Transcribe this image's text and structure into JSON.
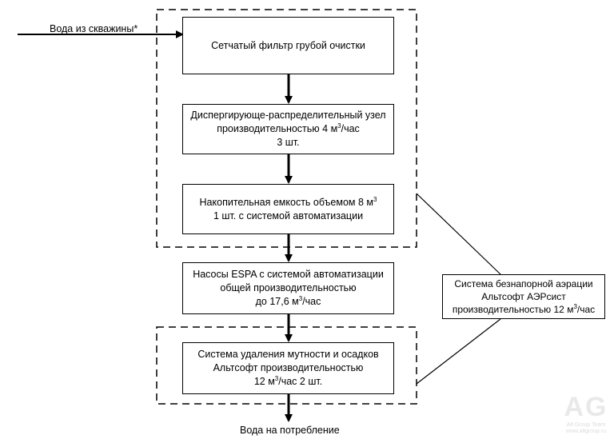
{
  "input_label": "Вода из скважины*",
  "output_label": "Вода на потребление",
  "boxes": [
    {
      "lines": [
        "Сетчатый фильтр грубой очистки"
      ]
    },
    {
      "lines": [
        "Диспергирующе-распределительный узел",
        "производительностью 4 м",
        "/час",
        "3 шт."
      ],
      "sup": "3"
    },
    {
      "lines": [
        "Накопительная емкость объемом 8 м",
        "1 шт.  с системой автоматизации"
      ],
      "sup": "3"
    },
    {
      "lines": [
        "Насосы ESPA с системой автоматизации",
        "общей производительностью",
        "до 17,6 м",
        "/час"
      ],
      "sup": "3"
    },
    {
      "lines": [
        "Система удаления мутности и осадков",
        "Альтсофт производительностью",
        "12 м",
        "/час  2 шт."
      ],
      "sup": "3"
    }
  ],
  "side_box": {
    "lines": [
      "Система безнапорной аэрации",
      "Альтсофт АЭРсист",
      "производительностью 12 м",
      "/час"
    ],
    "sup": "3"
  },
  "watermark": {
    "logo": "AG",
    "brand": "Alt Group Team",
    "url": "www.altgroup.ru"
  }
}
